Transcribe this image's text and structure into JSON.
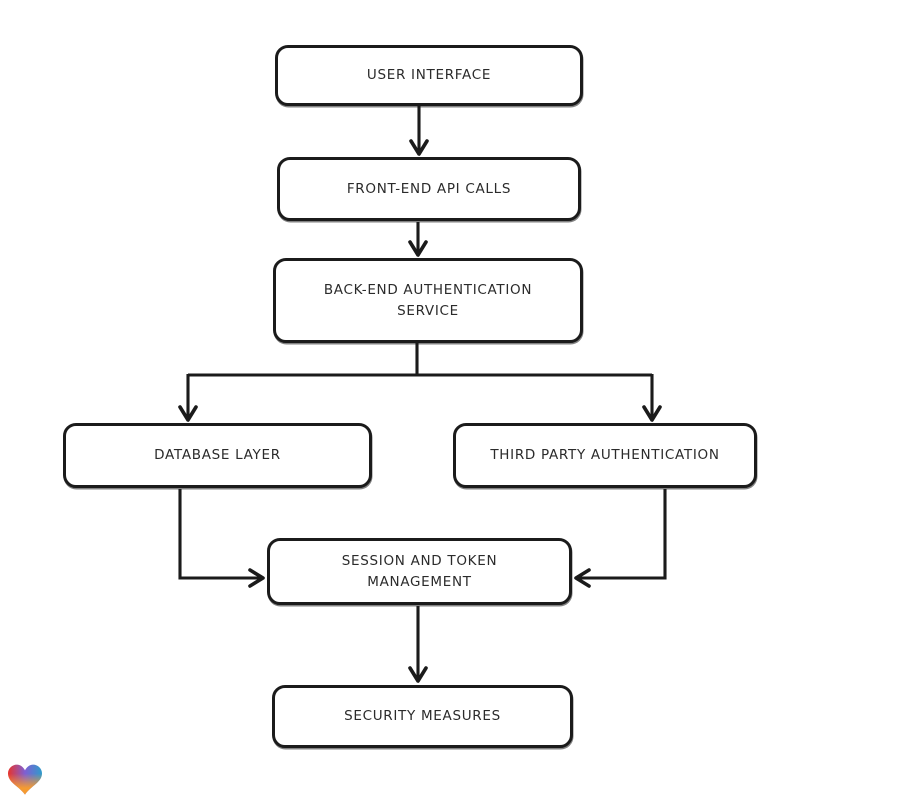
{
  "diagram": {
    "nodes": [
      {
        "id": "user-interface",
        "label": "USER INTERFACE"
      },
      {
        "id": "front-end-api-calls",
        "label": "FRONT-END API CALLS"
      },
      {
        "id": "back-end-authentication-service",
        "label": "BACK-END AUTHENTICATION\nSERVICE"
      },
      {
        "id": "database-layer",
        "label": "DATABASE LAYER"
      },
      {
        "id": "third-party-authentication",
        "label": "THIRD PARTY AUTHENTICATION"
      },
      {
        "id": "session-and-token-management",
        "label": "SESSION AND TOKEN\nMANAGEMENT"
      },
      {
        "id": "security-measures",
        "label": "SECURITY MEASURES"
      }
    ],
    "edges": [
      {
        "from": "user-interface",
        "to": "front-end-api-calls"
      },
      {
        "from": "front-end-api-calls",
        "to": "back-end-authentication-service"
      },
      {
        "from": "back-end-authentication-service",
        "to": "database-layer"
      },
      {
        "from": "back-end-authentication-service",
        "to": "third-party-authentication"
      },
      {
        "from": "database-layer",
        "to": "session-and-token-management"
      },
      {
        "from": "third-party-authentication",
        "to": "session-and-token-management"
      },
      {
        "from": "session-and-token-management",
        "to": "security-measures"
      }
    ],
    "colors": {
      "node_border": "#1b1b1b",
      "node_fill": "#ffffff",
      "text": "#2b2b2b",
      "connector": "#1b1b1b",
      "background": "#ffffff"
    }
  },
  "watermark": {
    "icon": "heart-logo",
    "gradient_colors": [
      "#e8332c",
      "#7f5fd3",
      "#2e9ccb",
      "#f59b31"
    ]
  }
}
